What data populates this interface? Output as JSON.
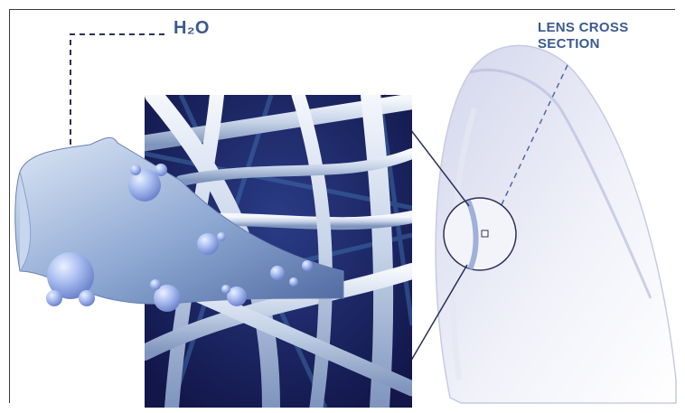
{
  "labels": {
    "molecule": "H₂O",
    "lens_line1": "LENS CROSS",
    "lens_line2": "SECTION"
  },
  "colors": {
    "label_text": "#3b5a8f",
    "fiber_background": "#1b1f5e",
    "bubble": "#9fb6ec",
    "frame_line": "#3a3a3a"
  }
}
